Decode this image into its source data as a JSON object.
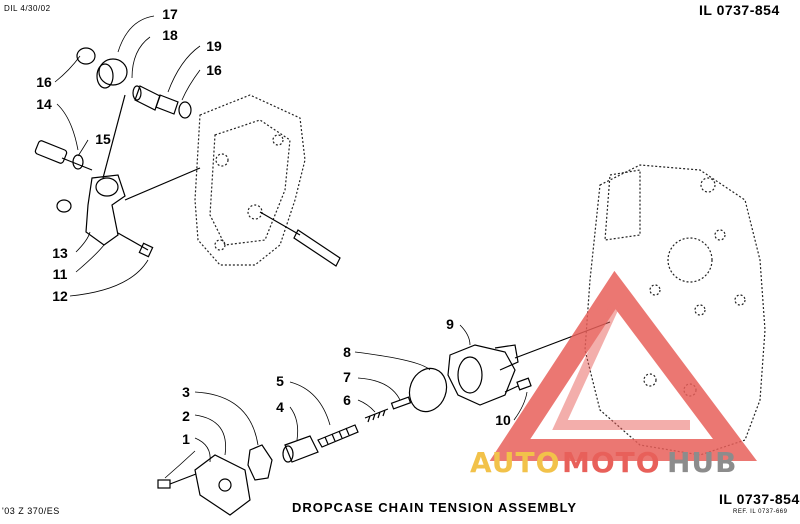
{
  "header": {
    "date_code": "DIL 4/30/02",
    "ref_top": "IL 0737-854"
  },
  "footer": {
    "model": "'03 Z 370/ES",
    "title": "DROPCASE CHAIN TENSION ASSEMBLY",
    "ref_bottom": "IL 0737-854",
    "ref_sub": "REF. IL 0737-669"
  },
  "callouts": {
    "n1": "1",
    "n2": "2",
    "n3": "3",
    "n4": "4",
    "n5": "5",
    "n6": "6",
    "n7": "7",
    "n8": "8",
    "n9": "9",
    "n10": "10",
    "n11": "11",
    "n12": "12",
    "n13": "13",
    "n14": "14",
    "n15": "15",
    "n16a": "16",
    "n16b": "16",
    "n17": "17",
    "n18": "18",
    "n19": "19"
  },
  "watermark": {
    "auto": "AUTO",
    "moto": "MOTO",
    "hub": "HUB",
    "colors": {
      "auto": "#f2c24a",
      "moto": "#e8605a",
      "hub": "#8c8c8c",
      "triangle": "#e8605a"
    }
  }
}
